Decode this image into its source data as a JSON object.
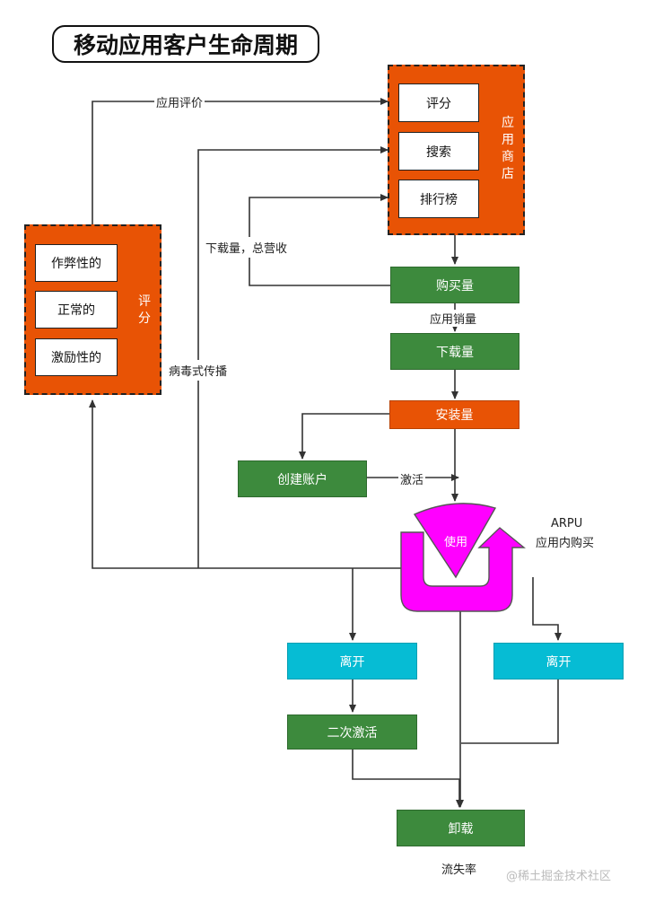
{
  "title": "移动应用客户生命周期",
  "store": {
    "label": "应用商店",
    "items": [
      "评分",
      "搜索",
      "排行榜"
    ]
  },
  "rating": {
    "label": "评分",
    "items": [
      "作弊性的",
      "正常的",
      "激励性的"
    ]
  },
  "nodes": {
    "purchase": "购买量",
    "download": "下载量",
    "install": "安装量",
    "account": "创建账户",
    "use": "使用",
    "leave1": "离开",
    "leave2": "离开",
    "reactivate": "二次激活",
    "uninstall": "卸载"
  },
  "edge_labels": {
    "app_review": "应用评价",
    "downloads_revenue": "下载量，总营收",
    "app_sales": "应用销量",
    "viral": "病毒式传播",
    "activate": "激活",
    "arpu": "ARPU",
    "iap": "应用内购买",
    "churn": "流失率"
  },
  "watermark": "@稀土掘金技术社区",
  "colors": {
    "orange": "#e85305",
    "green": "#3d8a3d",
    "cyan": "#06bcd4",
    "magenta": "#ff00ff"
  }
}
